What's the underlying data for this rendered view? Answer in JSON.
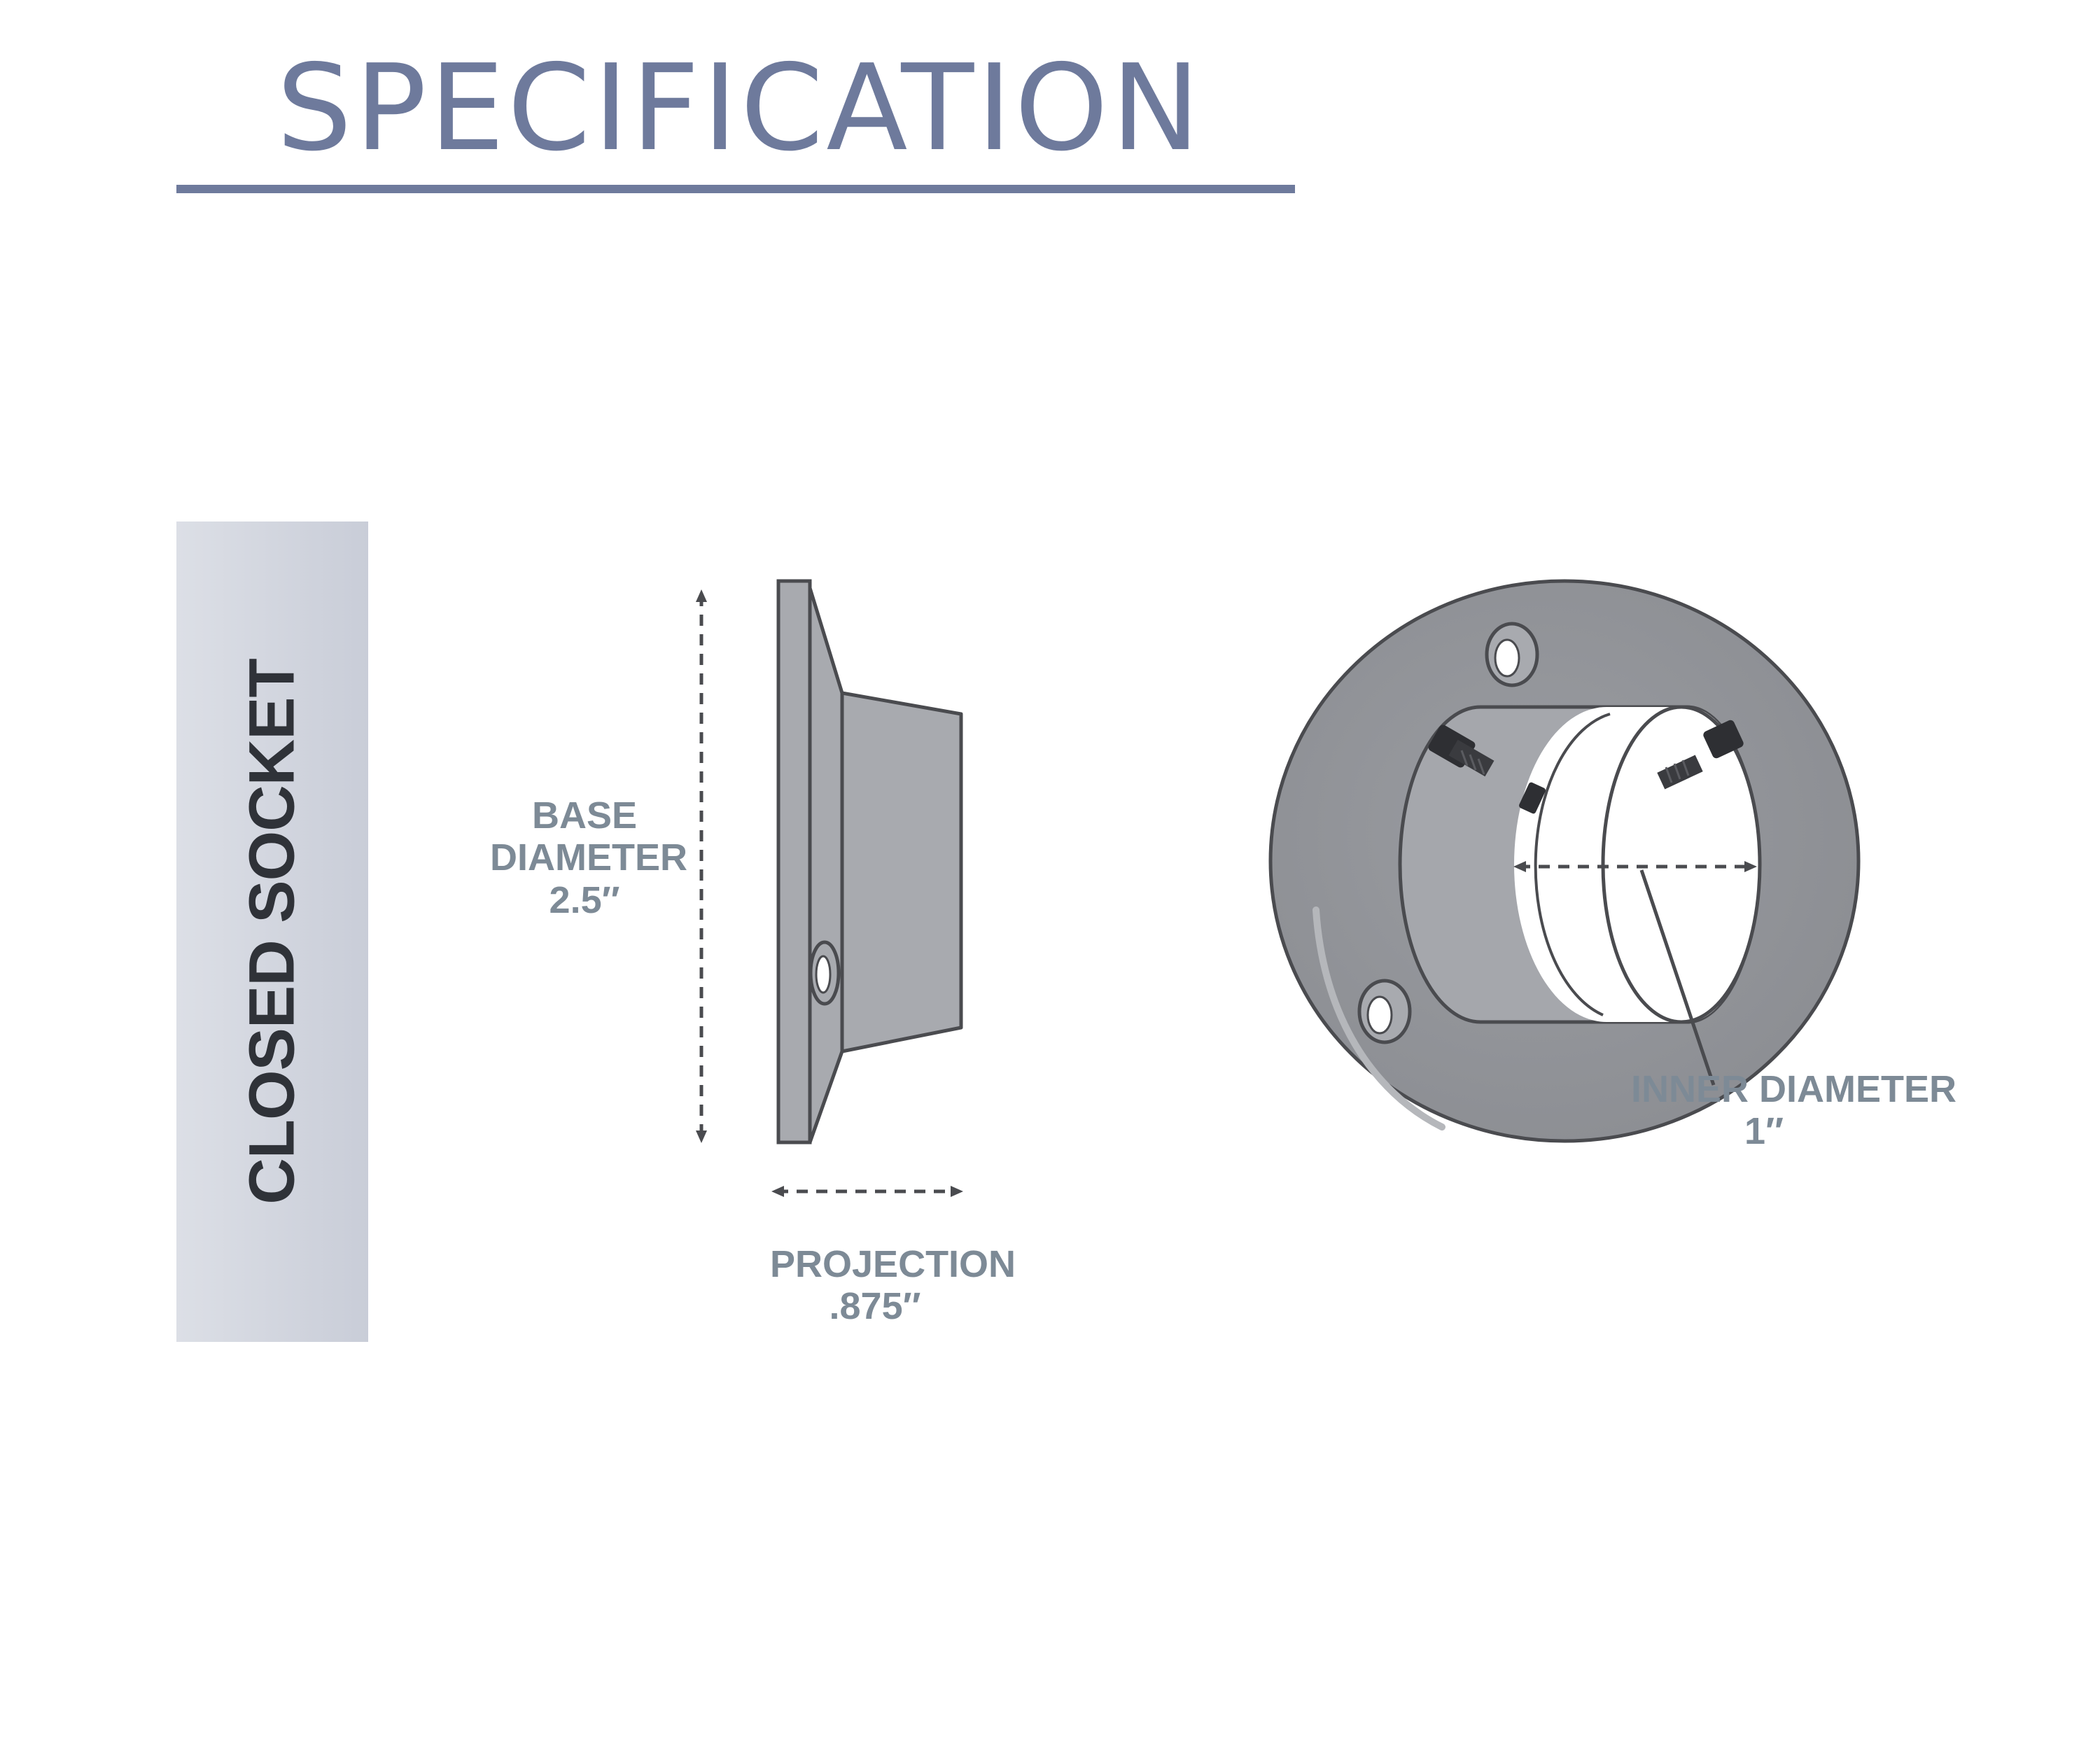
{
  "header": {
    "title": "SPECIFICATION"
  },
  "side_panel": {
    "label": "CLOSED SOCKET"
  },
  "dimensions": {
    "base": {
      "line1": "BASE",
      "line2": "DIAMETER",
      "value": "2.5″"
    },
    "projection": {
      "label": "PROJECTION",
      "value": ".875″"
    },
    "inner": {
      "label": "INNER DIAMETER",
      "value": "1″"
    }
  },
  "colors": {
    "title": "#6e7a9c",
    "panel": "#d3d7e0",
    "metal_light": "#a9abb0",
    "metal_dark": "#8f9196",
    "outline": "#4a4b4f",
    "dimension_text": "#7d8a96"
  }
}
